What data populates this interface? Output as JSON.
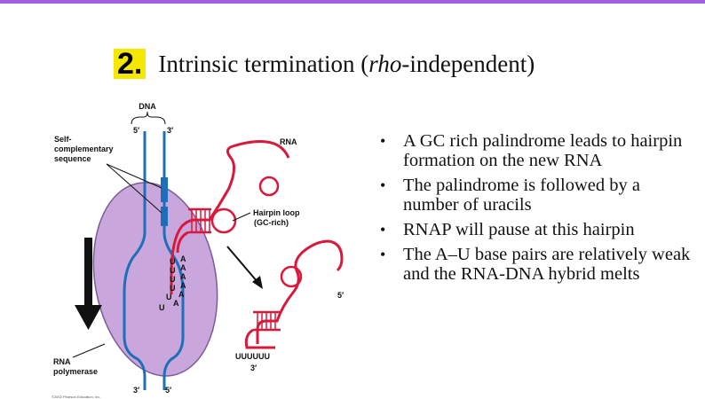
{
  "slide": {
    "number": "2.",
    "title_main": "Intrinsic termination (",
    "title_italic": "rho",
    "title_rest": "-independent)"
  },
  "figure": {
    "dna": "DNA",
    "five_prime_top": "5′",
    "three_prime_top": "3′",
    "self_comp_1": "Self-",
    "self_comp_2": "complementary",
    "self_comp_3": "sequence",
    "rna": "RNA",
    "hairpin_1": "Hairpin loop",
    "hairpin_2": "(GC-rich)",
    "rnap_1": "RNA",
    "rnap_2": "polymerase",
    "three_prime_bottom": "3′",
    "five_prime_bottom": "5′",
    "five_prime_released": "5′",
    "uuuuuu": "UUUUUU",
    "three_prime_released": "3′",
    "copyright": "©2002 Pearson Education, Inc.",
    "u_letters": [
      "U",
      "U",
      "U",
      "U",
      "U",
      "U"
    ],
    "a_letters": [
      "A",
      "A",
      "A",
      "A",
      "A",
      "A"
    ]
  },
  "bullets": [
    "A GC rich palindrome leads to hairpin formation on the new RNA",
    "The palindrome is followed by a number of uracils",
    "RNAP will pause at this hairpin",
    "The A–U base pairs are relatively weak and the RNA-DNA hybrid melts"
  ],
  "colors": {
    "accent_bar": "#a35ee0",
    "number_highlight": "#f5e800",
    "polymerase": "#c9a6dc",
    "dna_strand": "#1d6fb8",
    "rna_strand": "#d8193c"
  }
}
